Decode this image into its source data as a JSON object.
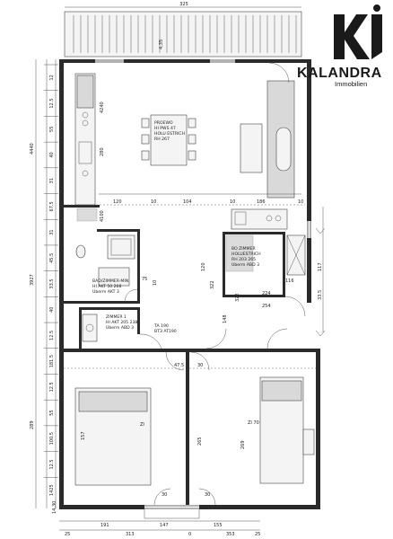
{
  "brand": {
    "name": "KALANDRA",
    "sub": "Immobilien",
    "color": "#1a1a1a"
  },
  "rooms": {
    "living": {
      "name": "PROEWO",
      "area": "HI PWS 47",
      "floor": "HOLU ESTRICH",
      "height": "RH 267"
    },
    "bath": {
      "name": "BAD/ZIMMER-MIN",
      "area": "HI AKT 50 268",
      "extra": "Uberm AKT 3"
    },
    "storage": {
      "name": "BO ZIMMER",
      "area": "HOLUESTRICH",
      "floor": "RH 203 265",
      "extra": "Uberm ABD 3"
    },
    "room1": {
      "name": "ZIMMER 1",
      "area": "HI AKT 205 238",
      "extra": "Uberm ABD 3"
    },
    "hall": {
      "name": "TA 190",
      "area": "BT3 AT190"
    },
    "bed_left": {
      "height": "157"
    },
    "bed_right": {
      "area": "ZI 70",
      "height": "269"
    },
    "bed_center": {
      "height": "265"
    },
    "room_small": {
      "height": "ZI"
    }
  },
  "dims": {
    "top": [
      "325"
    ],
    "bottom_row1": [
      "191",
      "147",
      "155"
    ],
    "bottom_row2": [
      "25",
      "313",
      "0",
      "353",
      "25"
    ],
    "left_outer": [
      "4440",
      "3927",
      "289"
    ],
    "left_inner": [
      "12",
      "12.5",
      "55",
      "40",
      "31",
      "67.5",
      "31",
      "45.5",
      "33.5",
      "40",
      "12.5",
      "181.5",
      "12.5",
      "55",
      "100.5",
      "12.5",
      "1425"
    ],
    "right": [
      "117",
      "33.5"
    ],
    "kitchen": [
      "4240",
      "280",
      "4100"
    ],
    "mid": [
      "120",
      "10",
      "104",
      "10",
      "186",
      "10"
    ],
    "misc": [
      "322",
      "75",
      "120",
      "148",
      "254",
      "224",
      "116",
      "322",
      "47.5",
      "30",
      "30",
      "30",
      "10"
    ]
  }
}
